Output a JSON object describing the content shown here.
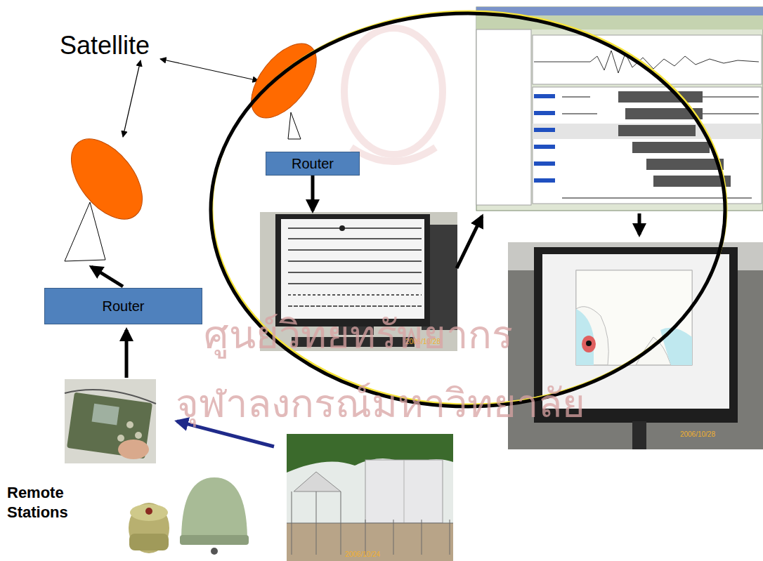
{
  "diagram": {
    "nodes": [
      {
        "text": [
          "Router"
        ]
      },
      {
        "text": [
          "2006/10/28"
        ]
      },
      {
        "text": [
          "Router"
        ]
      },
      {
        "text": [
          "2006/10/28"
        ]
      },
      {
        "text": [
          "2006/10/24"
        ]
      }
    ],
    "edges": [
      {
        "from": 0,
        "to": 1,
        "arrow": "to"
      }
    ],
    "labels": [
      "Satellite",
      "Remote Stations",
      "ศูนย์วิทยทรัพยากร",
      "จุฬาลงกรณ์มหาวิทยาลัย"
    ]
  }
}
